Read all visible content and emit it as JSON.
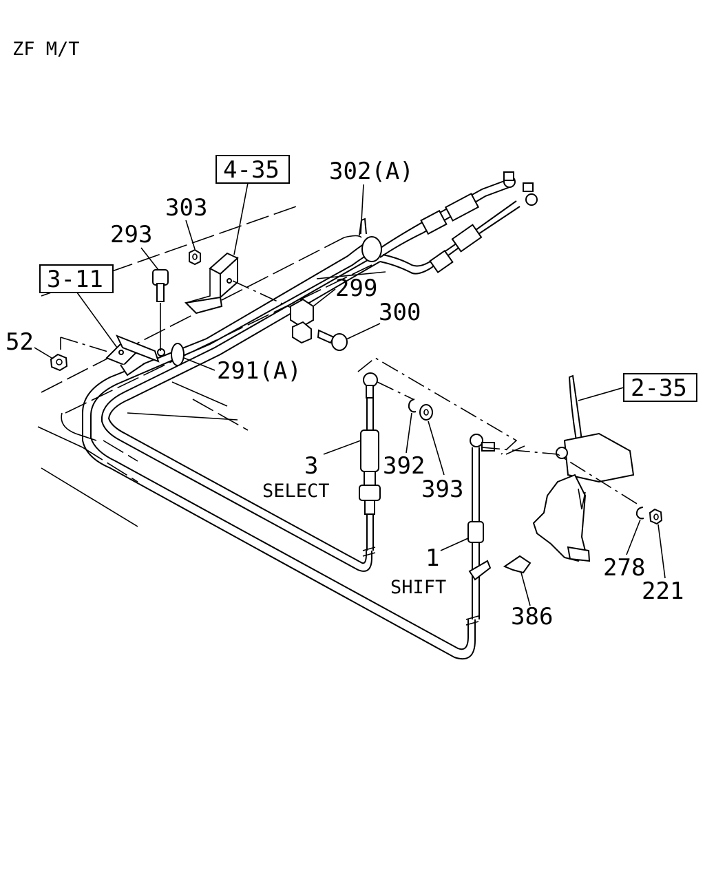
{
  "header": {
    "title": "ZF M/T"
  },
  "refs": {
    "r435": "4-35",
    "r311": "3-11",
    "r235": "2-35"
  },
  "labels": {
    "p302a": "302(A)",
    "p303": "303",
    "p293": "293",
    "p299": "299",
    "p300": "300",
    "p52": "52",
    "p291a": "291(A)",
    "p3": "3",
    "select": "SELECT",
    "p392": "392",
    "p393": "393",
    "p1": "1",
    "shift": "SHIFT",
    "p386": "386",
    "p278": "278",
    "p221": "221"
  }
}
